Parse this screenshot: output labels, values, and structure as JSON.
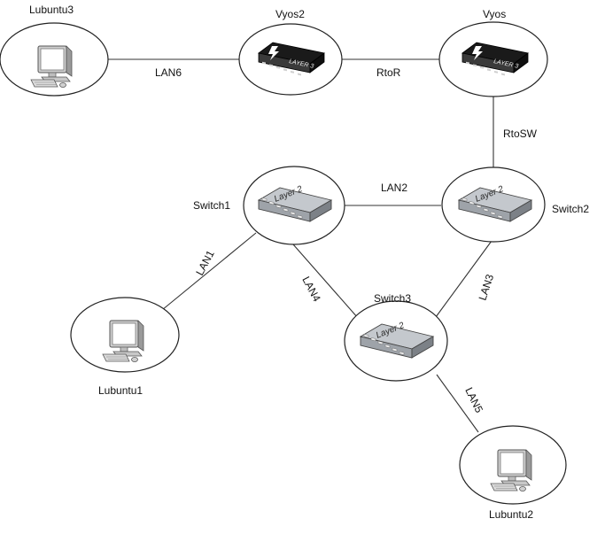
{
  "diagram": {
    "nodes": {
      "lubuntu3": {
        "label": "Lubuntu3",
        "kind": "pc",
        "icon": "desktop-computer-icon"
      },
      "vyos2": {
        "label": "Vyos2",
        "kind": "router",
        "icon": "layer3-router-icon",
        "device_text": "LAYER 3"
      },
      "vyos": {
        "label": "Vyos",
        "kind": "router",
        "icon": "layer3-router-icon",
        "device_text": "LAYER 3"
      },
      "switch1": {
        "label": "Switch1",
        "kind": "switch",
        "icon": "layer2-switch-icon",
        "device_text": "Layer 2"
      },
      "switch2": {
        "label": "Switch2",
        "kind": "switch",
        "icon": "layer2-switch-icon",
        "device_text": "Layer 2"
      },
      "switch3": {
        "label": "Switch3",
        "kind": "switch",
        "icon": "layer2-switch-icon",
        "device_text": "Layer 2"
      },
      "lubuntu1": {
        "label": "Lubuntu1",
        "kind": "pc",
        "icon": "desktop-computer-icon"
      },
      "lubuntu2": {
        "label": "Lubuntu2",
        "kind": "pc",
        "icon": "desktop-computer-icon"
      }
    },
    "links": {
      "lan6": {
        "label": "LAN6",
        "from": "Lubuntu3",
        "to": "Vyos2"
      },
      "rtor": {
        "label": "RtoR",
        "from": "Vyos2",
        "to": "Vyos"
      },
      "rtosw": {
        "label": "RtoSW",
        "from": "Vyos",
        "to": "Switch2"
      },
      "lan2": {
        "label": "LAN2",
        "from": "Switch1",
        "to": "Switch2"
      },
      "lan1": {
        "label": "LAN1",
        "from": "Switch1",
        "to": "Lubuntu1"
      },
      "lan4": {
        "label": "LAN4",
        "from": "Switch1",
        "to": "Switch3"
      },
      "lan3": {
        "label": "LAN3",
        "from": "Switch2",
        "to": "Switch3"
      },
      "lan5": {
        "label": "LAN5",
        "from": "Switch3",
        "to": "Lubuntu2"
      }
    },
    "colors": {
      "router_body": "#1a1a1a",
      "router_text": "#e8e8e8",
      "bolt": "#ffffff",
      "switch_body": "#b8bcc2",
      "switch_text": "#2a2a2a",
      "monitor": "#d7d7d7",
      "screen": "#ffffff"
    }
  }
}
